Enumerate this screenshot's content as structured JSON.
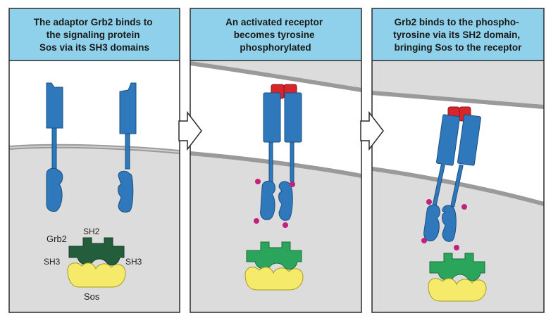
{
  "colors": {
    "header_bg": "#8fd0ea",
    "panel_border": "#2b2b2b",
    "cytoplasm": "#dcdcdc",
    "membrane": "#9a9a9a",
    "receptor": "#2f78bb",
    "receptor_outline": "#1a4f82",
    "receptor_head": "#d6262b",
    "phosphate": "#c2217e",
    "grb2_free": "#245d3b",
    "grb2_bound": "#2aa55b",
    "sos": "#f5ea6a",
    "arrow": "#ffffff"
  },
  "panels": [
    {
      "id": "panel-1",
      "title_lines": [
        "The adaptor Grb2 binds to",
        "the signaling protein",
        "Sos via its SH3 domains"
      ]
    },
    {
      "id": "panel-2",
      "title_lines": [
        "An activated receptor",
        "becomes tyrosine",
        "phosphorylated"
      ]
    },
    {
      "id": "panel-3",
      "title_lines": [
        "Grb2 binds to the phospho-",
        "tyrosine via its SH2 domain,",
        "bringing Sos to the receptor"
      ]
    }
  ],
  "labels": {
    "grb2": "Grb2",
    "sh2": "SH2",
    "sh3_left": "SH3",
    "sh3_right": "SH3",
    "sos": "Sos"
  },
  "icons": [
    "step-arrow-icon",
    "step-arrow-icon"
  ]
}
